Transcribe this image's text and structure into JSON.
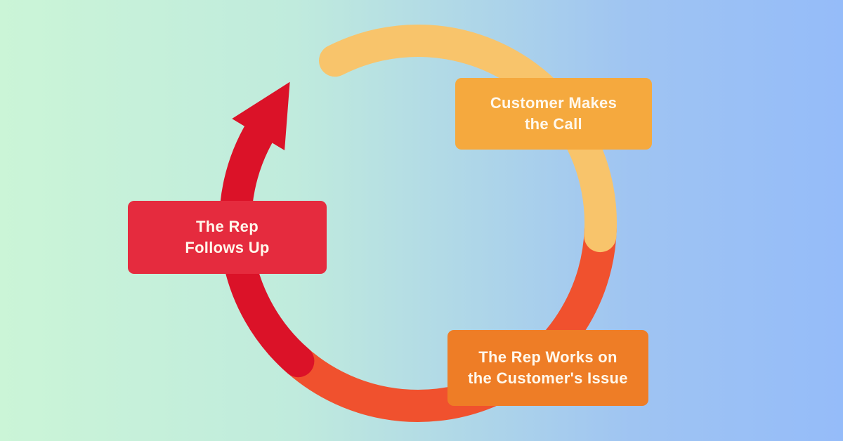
{
  "diagram": {
    "kind": "cycle",
    "flow_direction": "clockwise",
    "steps": [
      {
        "id": "customer-makes-call",
        "label": "Customer Makes\nthe Call",
        "box_color": "#F5A93E"
      },
      {
        "id": "rep-works-issue",
        "label": "The Rep Works on\nthe Customer's Issue",
        "box_color": "#EE7D26"
      },
      {
        "id": "rep-follows-up",
        "label": "The Rep\nFollows Up",
        "box_color": "#E52B3E"
      }
    ],
    "colors": {
      "arc_yellow": "#F8C46B",
      "arc_orange": "#F0512E",
      "arc_red": "#DB1228",
      "label_text": "#FFF8EC"
    },
    "background": {
      "left": "#CBF5D7",
      "mid": "#C0EBDD",
      "right": "#95BCF9"
    }
  }
}
